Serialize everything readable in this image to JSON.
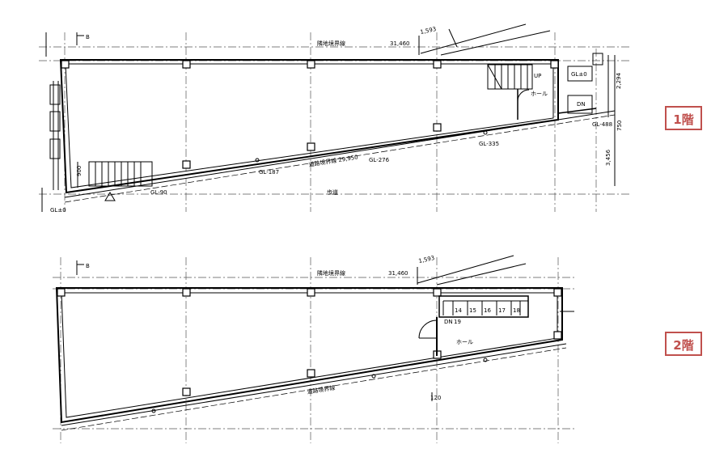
{
  "floor1": {
    "label": "1階",
    "section_mark": "B",
    "neighbor_boundary": "隣地境界線",
    "top_dim": "31,460",
    "angle_dim": "1,593",
    "up_label": "UP",
    "hall_label": "ホール",
    "gl_entrance": "GL±0",
    "dn_label": "DN",
    "gl_right": "GL-488",
    "dim_right_1": "2,294",
    "dim_right_2": "750",
    "dim_right_3": "3,456",
    "gl_mid": "GL-335",
    "road_boundary": "道路境界線 29,950",
    "gl_276": "GL-276",
    "gl_187": "GL-187",
    "gl_90": "GL-90",
    "gl_origin": "GL±0",
    "dim_left": "900",
    "sidewalk": "歩道"
  },
  "floor2": {
    "label": "2階",
    "section_mark": "B",
    "neighbor_boundary": "隣地境界線",
    "top_dim": "31,460",
    "angle_dim": "1,593",
    "dn_label": "DN",
    "stair_steps": [
      "14",
      "15",
      "16",
      "17",
      "18"
    ],
    "stair_no": "19",
    "hall_label": "ホール",
    "road_boundary": "道路境界線",
    "small_mark": "120"
  }
}
